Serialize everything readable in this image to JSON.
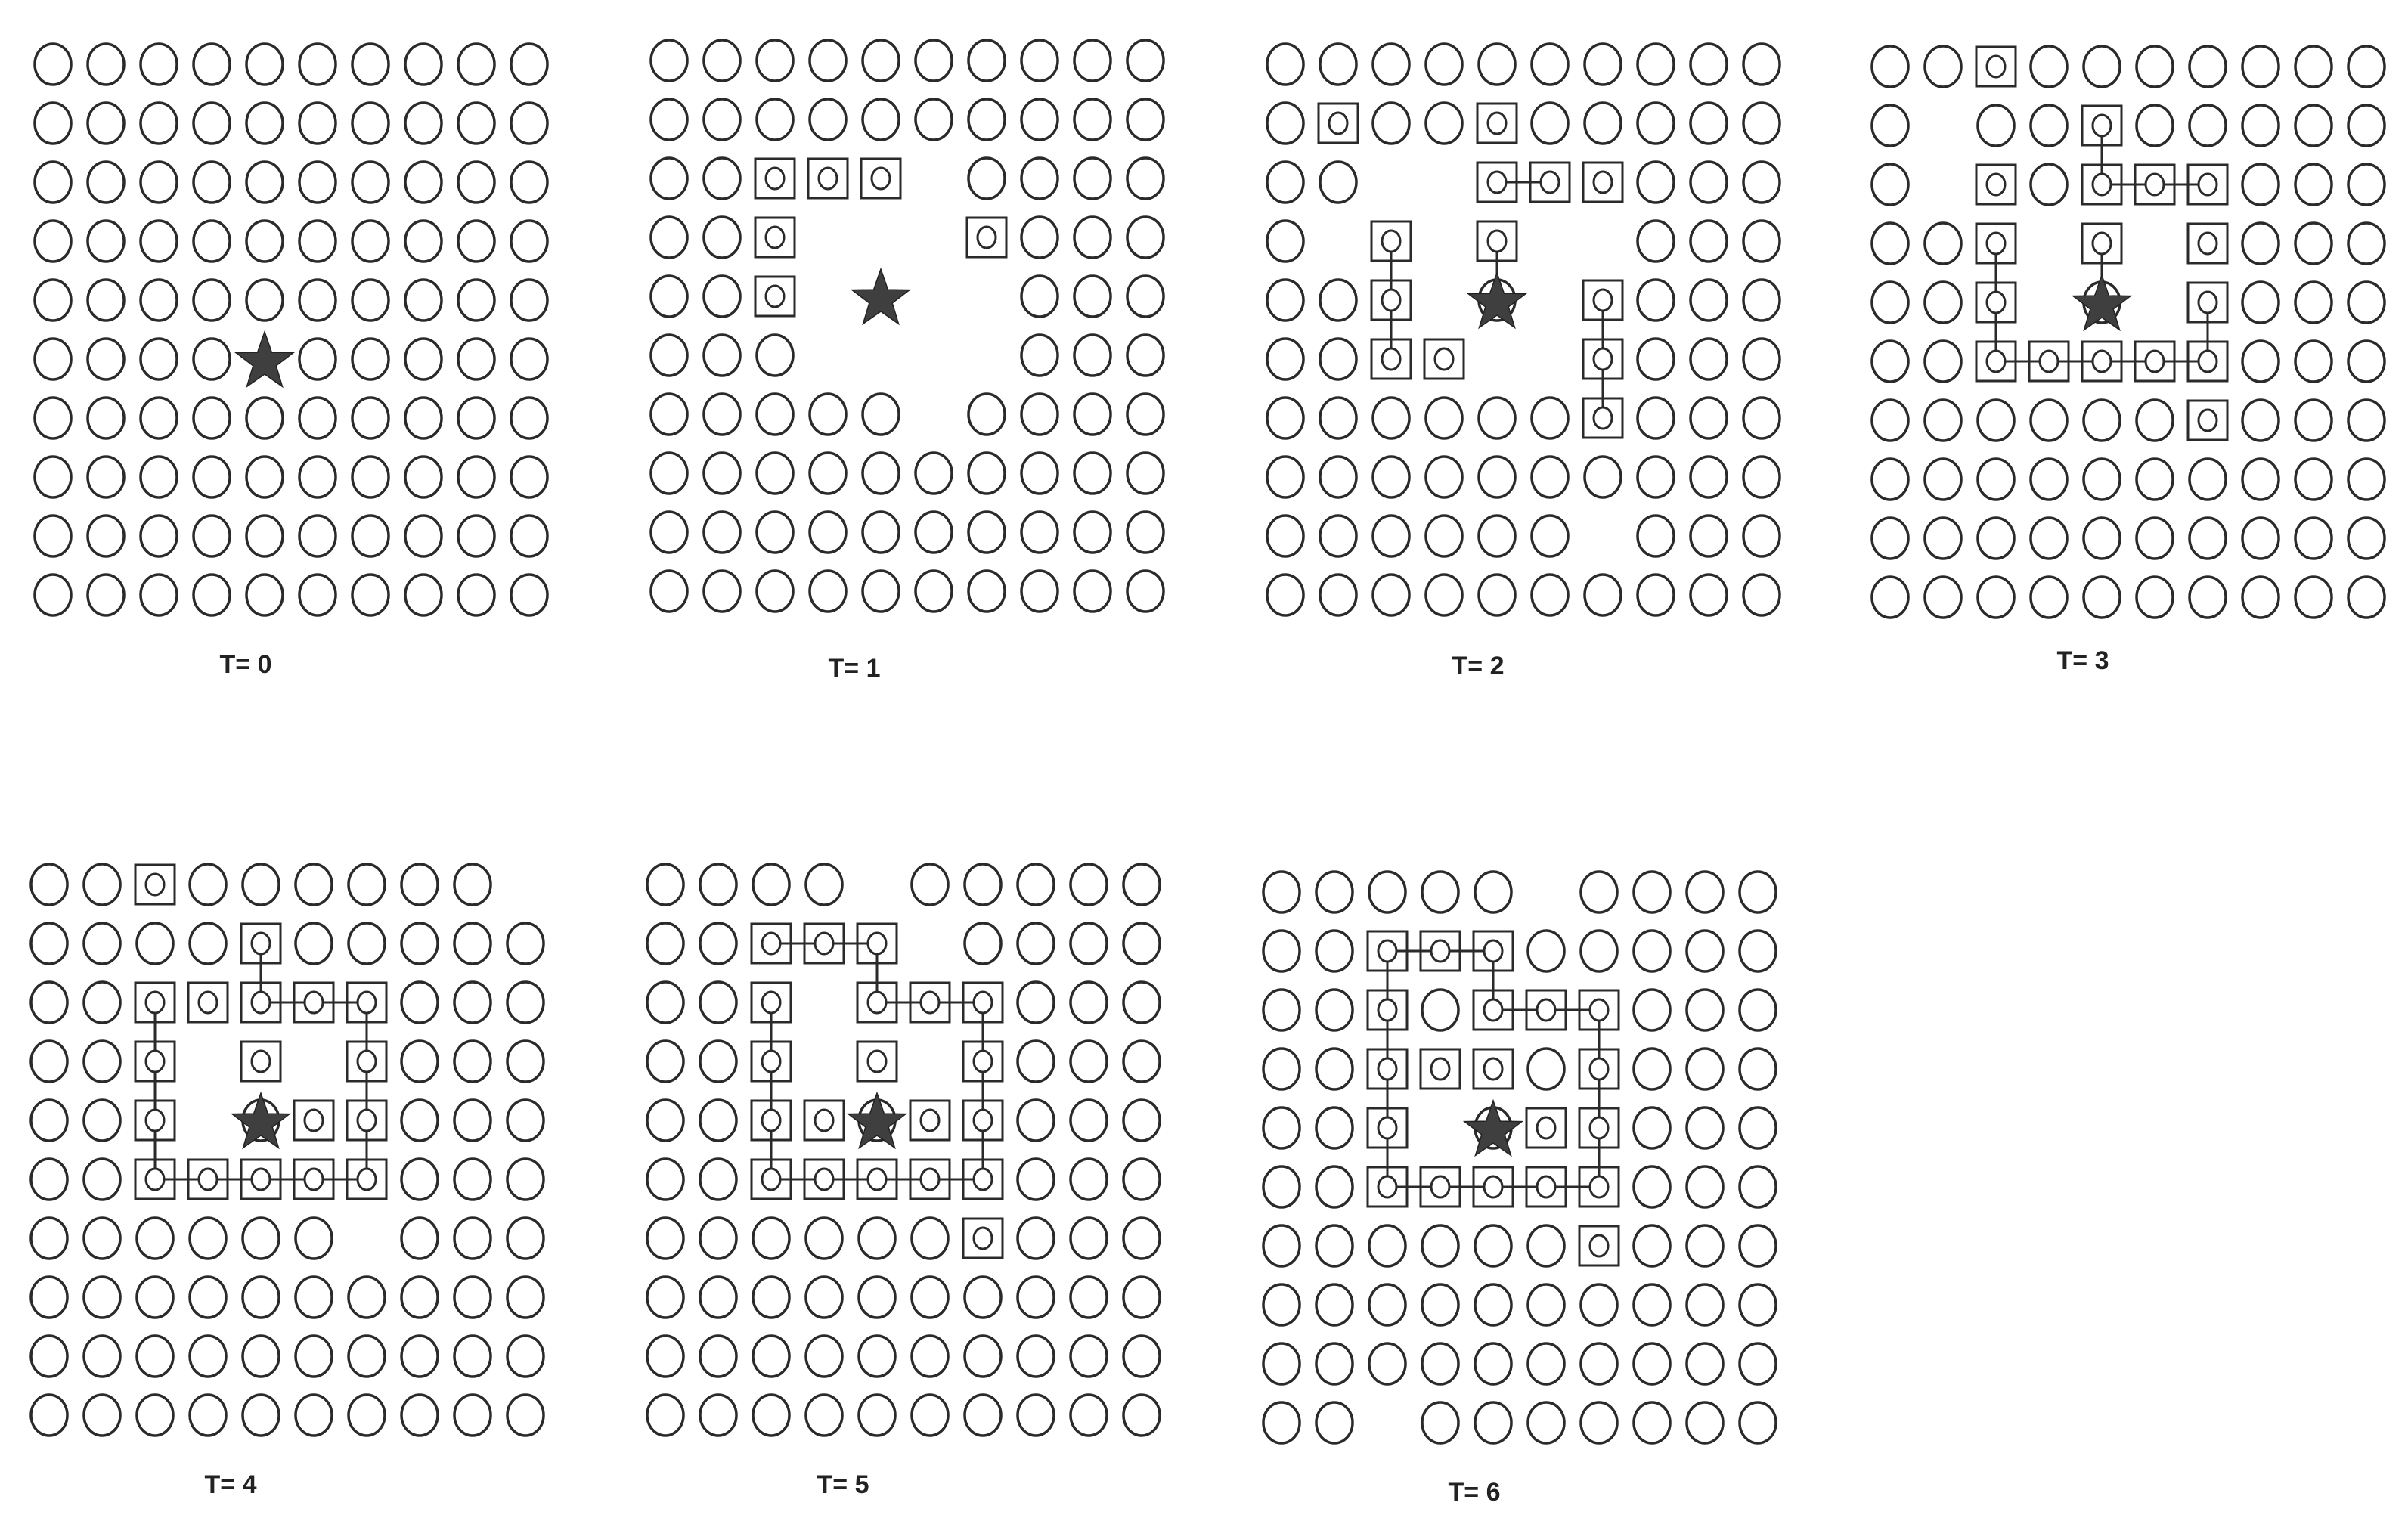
{
  "colors": {
    "ink": "#2a2a2a",
    "star": "#3f3f3f",
    "paper": "#ffffff"
  },
  "grid": {
    "rows": 10,
    "cols": 10,
    "marker_icon": "star-icon",
    "cell_icon": "circle-icon",
    "selected_cell_icon": "boxed-circle-icon"
  },
  "panels": [
    {
      "label": "T= 0",
      "star": [
        5,
        4
      ],
      "empty": [
        [
          5,
          4
        ]
      ],
      "boxed": [],
      "links": []
    },
    {
      "label": "T= 1",
      "star": [
        4,
        4
      ],
      "empty": [
        [
          3,
          3
        ],
        [
          3,
          4
        ],
        [
          3,
          5
        ],
        [
          4,
          3
        ],
        [
          4,
          4
        ],
        [
          4,
          5
        ],
        [
          4,
          6
        ],
        [
          5,
          3
        ],
        [
          5,
          4
        ],
        [
          5,
          5
        ],
        [
          5,
          6
        ],
        [
          6,
          5
        ],
        [
          2,
          5
        ]
      ],
      "boxed": [
        [
          2,
          2
        ],
        [
          2,
          3
        ],
        [
          2,
          4
        ],
        [
          3,
          2
        ],
        [
          4,
          2
        ],
        [
          3,
          6
        ]
      ],
      "links": []
    },
    {
      "label": "T= 2",
      "star": [
        4,
        4
      ],
      "empty": [
        [
          2,
          2
        ],
        [
          2,
          3
        ],
        [
          3,
          1
        ],
        [
          3,
          3
        ],
        [
          3,
          5
        ],
        [
          3,
          6
        ],
        [
          4,
          3
        ],
        [
          4,
          5
        ],
        [
          5,
          4
        ],
        [
          5,
          5
        ],
        [
          8,
          6
        ]
      ],
      "boxed": [
        [
          1,
          1
        ],
        [
          1,
          4
        ],
        [
          2,
          4
        ],
        [
          2,
          5
        ],
        [
          2,
          6
        ],
        [
          3,
          2
        ],
        [
          3,
          4
        ],
        [
          4,
          2
        ],
        [
          4,
          6
        ],
        [
          5,
          2
        ],
        [
          5,
          3
        ],
        [
          5,
          6
        ],
        [
          6,
          6
        ]
      ],
      "links": [
        [
          [
            2,
            4
          ],
          [
            2,
            5
          ]
        ],
        [
          [
            3,
            4
          ],
          [
            4,
            4
          ]
        ],
        [
          [
            3,
            2
          ],
          [
            4,
            2
          ]
        ],
        [
          [
            4,
            2
          ],
          [
            5,
            2
          ]
        ],
        [
          [
            4,
            6
          ],
          [
            5,
            6
          ]
        ],
        [
          [
            5,
            6
          ],
          [
            6,
            6
          ]
        ]
      ]
    },
    {
      "label": "T= 3",
      "star": [
        4,
        4
      ],
      "empty": [
        [
          1,
          1
        ],
        [
          3,
          3
        ],
        [
          3,
          5
        ],
        [
          4,
          3
        ],
        [
          4,
          5
        ],
        [
          2,
          1
        ]
      ],
      "boxed": [
        [
          0,
          2
        ],
        [
          1,
          4
        ],
        [
          2,
          2
        ],
        [
          2,
          4
        ],
        [
          2,
          5
        ],
        [
          2,
          6
        ],
        [
          3,
          2
        ],
        [
          3,
          4
        ],
        [
          3,
          6
        ],
        [
          4,
          2
        ],
        [
          4,
          6
        ],
        [
          5,
          2
        ],
        [
          5,
          3
        ],
        [
          5,
          4
        ],
        [
          5,
          5
        ],
        [
          5,
          6
        ],
        [
          6,
          6
        ]
      ],
      "links": [
        [
          [
            1,
            4
          ],
          [
            2,
            4
          ]
        ],
        [
          [
            2,
            4
          ],
          [
            2,
            5
          ]
        ],
        [
          [
            2,
            5
          ],
          [
            2,
            6
          ]
        ],
        [
          [
            3,
            2
          ],
          [
            4,
            2
          ]
        ],
        [
          [
            4,
            2
          ],
          [
            5,
            2
          ]
        ],
        [
          [
            5,
            2
          ],
          [
            5,
            3
          ]
        ],
        [
          [
            5,
            3
          ],
          [
            5,
            4
          ]
        ],
        [
          [
            5,
            4
          ],
          [
            5,
            5
          ]
        ],
        [
          [
            5,
            5
          ],
          [
            5,
            6
          ]
        ],
        [
          [
            4,
            6
          ],
          [
            5,
            6
          ]
        ],
        [
          [
            3,
            4
          ],
          [
            4,
            4
          ]
        ]
      ]
    },
    {
      "label": "T= 4",
      "star": [
        4,
        4
      ],
      "empty": [
        [
          0,
          9
        ],
        [
          3,
          3
        ],
        [
          3,
          5
        ],
        [
          4,
          3
        ],
        [
          6,
          6
        ]
      ],
      "boxed": [
        [
          0,
          2
        ],
        [
          1,
          4
        ],
        [
          2,
          2
        ],
        [
          2,
          3
        ],
        [
          2,
          4
        ],
        [
          2,
          5
        ],
        [
          2,
          6
        ],
        [
          3,
          2
        ],
        [
          3,
          4
        ],
        [
          3,
          6
        ],
        [
          4,
          2
        ],
        [
          4,
          5
        ],
        [
          4,
          6
        ],
        [
          5,
          2
        ],
        [
          5,
          3
        ],
        [
          5,
          4
        ],
        [
          5,
          5
        ],
        [
          5,
          6
        ]
      ],
      "links": [
        [
          [
            1,
            4
          ],
          [
            2,
            4
          ]
        ],
        [
          [
            2,
            4
          ],
          [
            2,
            5
          ]
        ],
        [
          [
            2,
            5
          ],
          [
            2,
            6
          ]
        ],
        [
          [
            2,
            6
          ],
          [
            3,
            6
          ]
        ],
        [
          [
            3,
            6
          ],
          [
            4,
            6
          ]
        ],
        [
          [
            4,
            6
          ],
          [
            5,
            6
          ]
        ],
        [
          [
            2,
            2
          ],
          [
            3,
            2
          ]
        ],
        [
          [
            3,
            2
          ],
          [
            4,
            2
          ]
        ],
        [
          [
            4,
            2
          ],
          [
            5,
            2
          ]
        ],
        [
          [
            5,
            2
          ],
          [
            5,
            3
          ]
        ],
        [
          [
            5,
            3
          ],
          [
            5,
            4
          ]
        ],
        [
          [
            5,
            4
          ],
          [
            5,
            5
          ]
        ],
        [
          [
            5,
            5
          ],
          [
            5,
            6
          ]
        ]
      ]
    },
    {
      "label": "T= 5",
      "star": [
        4,
        4
      ],
      "empty": [
        [
          0,
          4
        ],
        [
          2,
          3
        ],
        [
          3,
          3
        ],
        [
          3,
          5
        ],
        [
          1,
          5
        ]
      ],
      "boxed": [
        [
          1,
          2
        ],
        [
          1,
          3
        ],
        [
          1,
          4
        ],
        [
          2,
          2
        ],
        [
          2,
          4
        ],
        [
          2,
          5
        ],
        [
          2,
          6
        ],
        [
          3,
          2
        ],
        [
          3,
          4
        ],
        [
          3,
          6
        ],
        [
          4,
          2
        ],
        [
          4,
          3
        ],
        [
          4,
          5
        ],
        [
          4,
          6
        ],
        [
          5,
          2
        ],
        [
          5,
          3
        ],
        [
          5,
          4
        ],
        [
          5,
          5
        ],
        [
          5,
          6
        ],
        [
          6,
          6
        ]
      ],
      "links": [
        [
          [
            1,
            2
          ],
          [
            1,
            3
          ]
        ],
        [
          [
            1,
            3
          ],
          [
            1,
            4
          ]
        ],
        [
          [
            1,
            4
          ],
          [
            2,
            4
          ]
        ],
        [
          [
            2,
            4
          ],
          [
            2,
            5
          ]
        ],
        [
          [
            2,
            5
          ],
          [
            2,
            6
          ]
        ],
        [
          [
            2,
            6
          ],
          [
            3,
            6
          ]
        ],
        [
          [
            3,
            6
          ],
          [
            4,
            6
          ]
        ],
        [
          [
            4,
            6
          ],
          [
            5,
            6
          ]
        ],
        [
          [
            2,
            2
          ],
          [
            3,
            2
          ]
        ],
        [
          [
            3,
            2
          ],
          [
            4,
            2
          ]
        ],
        [
          [
            4,
            2
          ],
          [
            5,
            2
          ]
        ],
        [
          [
            5,
            2
          ],
          [
            5,
            3
          ]
        ],
        [
          [
            5,
            3
          ],
          [
            5,
            4
          ]
        ],
        [
          [
            5,
            4
          ],
          [
            5,
            5
          ]
        ],
        [
          [
            5,
            5
          ],
          [
            5,
            6
          ]
        ]
      ]
    },
    {
      "label": "T= 6",
      "star": [
        4,
        4
      ],
      "empty": [
        [
          0,
          5
        ],
        [
          4,
          3
        ],
        [
          9,
          2
        ]
      ],
      "boxed": [
        [
          1,
          2
        ],
        [
          1,
          3
        ],
        [
          1,
          4
        ],
        [
          2,
          2
        ],
        [
          2,
          4
        ],
        [
          2,
          5
        ],
        [
          2,
          6
        ],
        [
          3,
          2
        ],
        [
          3,
          3
        ],
        [
          3,
          4
        ],
        [
          3,
          6
        ],
        [
          4,
          2
        ],
        [
          4,
          5
        ],
        [
          4,
          6
        ],
        [
          5,
          2
        ],
        [
          5,
          3
        ],
        [
          5,
          4
        ],
        [
          5,
          5
        ],
        [
          5,
          6
        ],
        [
          6,
          6
        ]
      ],
      "links": [
        [
          [
            1,
            2
          ],
          [
            1,
            3
          ]
        ],
        [
          [
            1,
            3
          ],
          [
            1,
            4
          ]
        ],
        [
          [
            1,
            4
          ],
          [
            2,
            4
          ]
        ],
        [
          [
            2,
            4
          ],
          [
            2,
            5
          ]
        ],
        [
          [
            2,
            5
          ],
          [
            2,
            6
          ]
        ],
        [
          [
            2,
            6
          ],
          [
            3,
            6
          ]
        ],
        [
          [
            3,
            6
          ],
          [
            4,
            6
          ]
        ],
        [
          [
            4,
            6
          ],
          [
            5,
            6
          ]
        ],
        [
          [
            1,
            2
          ],
          [
            2,
            2
          ]
        ],
        [
          [
            2,
            2
          ],
          [
            3,
            2
          ]
        ],
        [
          [
            3,
            2
          ],
          [
            4,
            2
          ]
        ],
        [
          [
            4,
            2
          ],
          [
            5,
            2
          ]
        ],
        [
          [
            5,
            2
          ],
          [
            5,
            3
          ]
        ],
        [
          [
            5,
            3
          ],
          [
            5,
            4
          ]
        ],
        [
          [
            5,
            4
          ],
          [
            5,
            5
          ]
        ],
        [
          [
            5,
            5
          ],
          [
            5,
            6
          ]
        ]
      ]
    }
  ]
}
